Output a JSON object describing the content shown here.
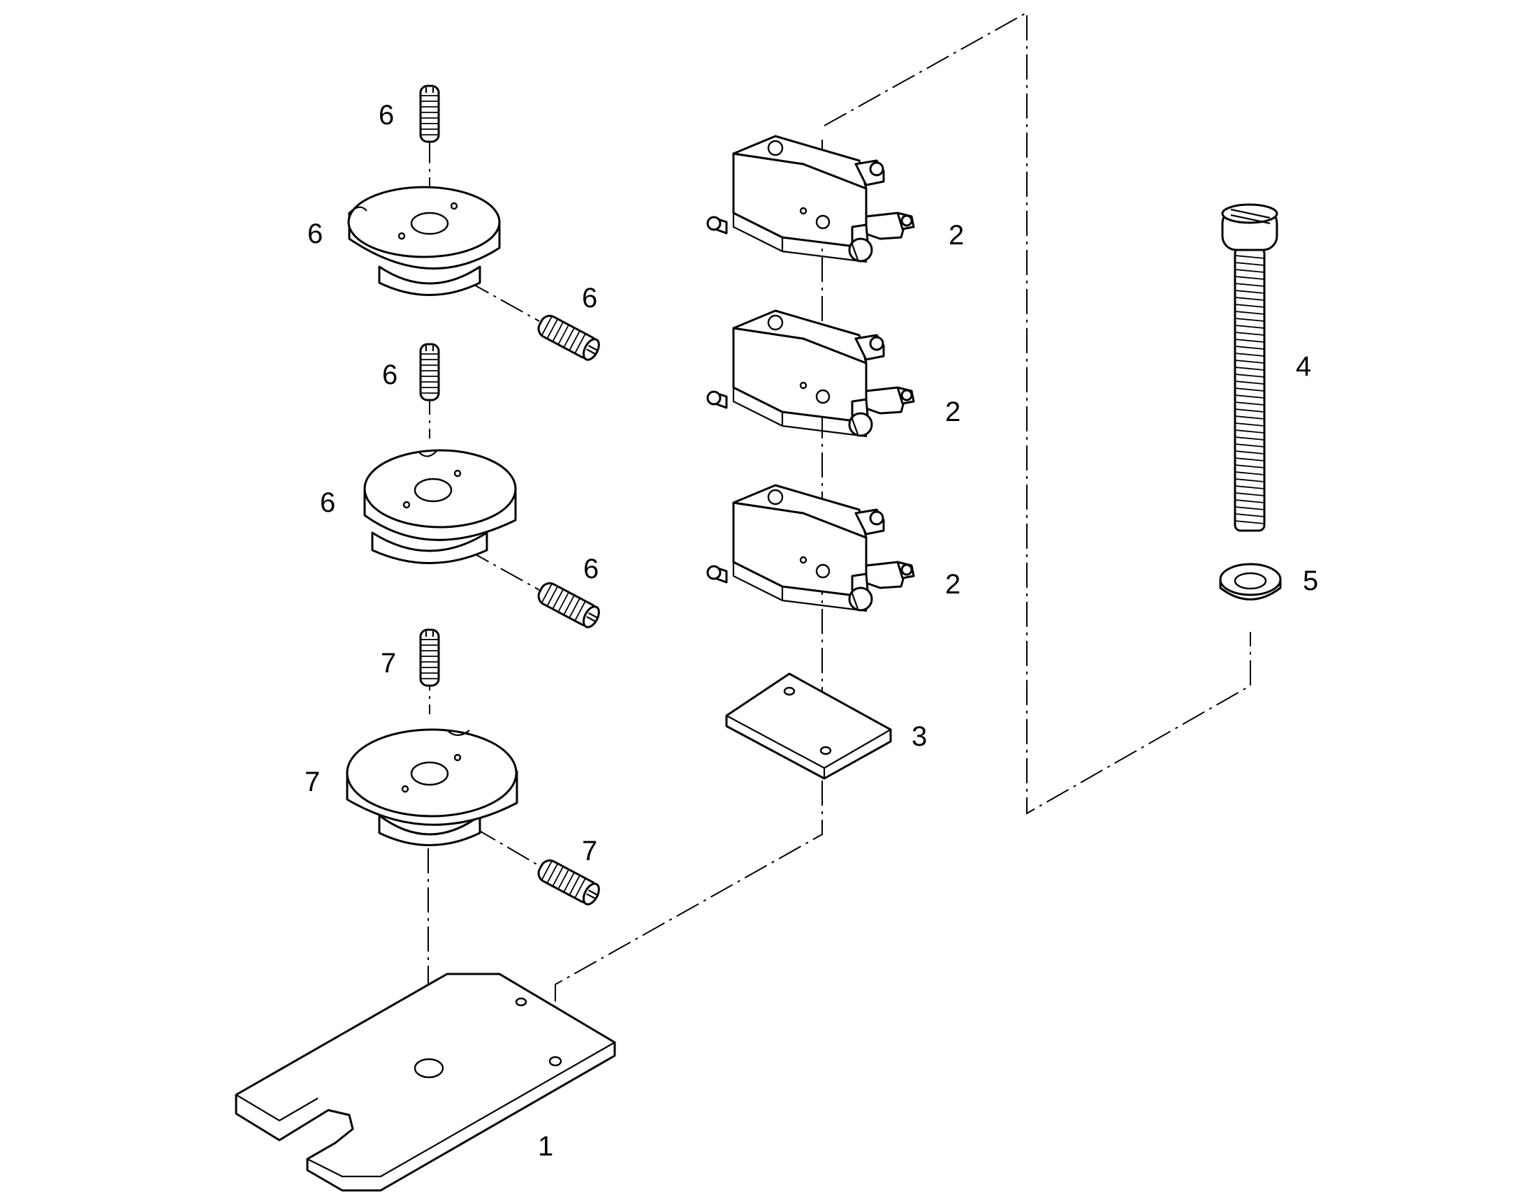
{
  "callouts": {
    "base_plate": "1",
    "switch_top": "2",
    "switch_mid": "2",
    "switch_bottom": "2",
    "spacer_plate": "3",
    "long_screw": "4",
    "washer": "5",
    "cam_top": "6",
    "cam_top_setscrew_vertical": "6",
    "cam_top_setscrew_side": "6",
    "cam_mid": "6",
    "cam_mid_setscrew_vertical": "6",
    "cam_mid_setscrew_side": "6",
    "cam_bottom": "7",
    "cam_bottom_setscrew_vertical": "7",
    "cam_bottom_setscrew_side": "7"
  },
  "colors": {
    "line": "#000000",
    "background": "#ffffff"
  }
}
